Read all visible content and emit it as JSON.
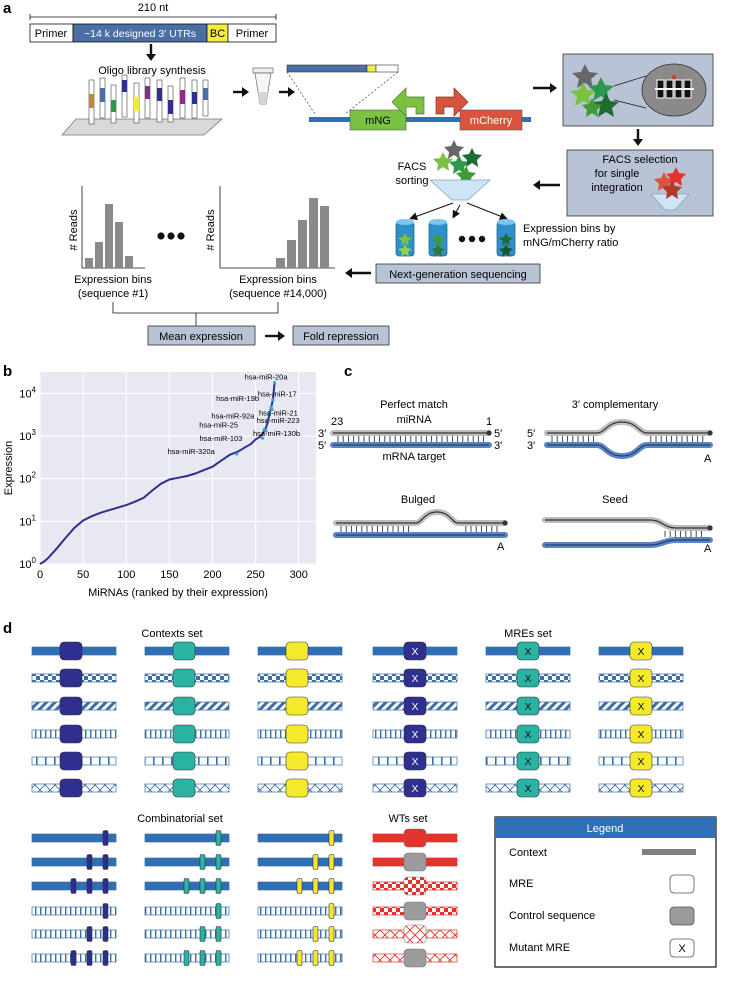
{
  "panel_a": {
    "label": "a",
    "length_label": "210 nt",
    "construct": {
      "primer_left": "Primer",
      "utrs": "~14 k designed 3′ UTRs",
      "bc": "BC",
      "primer_right": "Primer"
    },
    "synthesis_label": "Oligo library synthesis",
    "mng_label": "mNG",
    "mcherry_label": "mCherry",
    "facs_selection": [
      "FACS selection",
      "for single",
      "integration"
    ],
    "facs_sorting": [
      "FACS",
      "sorting"
    ],
    "bins_label": [
      "Expression bins by",
      "mNG/mCherry ratio"
    ],
    "ngs_label": "Next-generation sequencing",
    "reads_label": "# Reads",
    "hist1_caption": [
      "Expression bins",
      "(sequence #1)"
    ],
    "hist2_caption": [
      "Expression bins",
      "(sequence #14,000)"
    ],
    "mean_expression": "Mean expression",
    "fold_repression": "Fold repression",
    "colors": {
      "utr_blue": "#4a6fa5",
      "bc_yellow": "#f2ec3c",
      "mng_green": "#7cc242",
      "mcherry_red": "#d9543f",
      "box_fill": "#b9c3d6"
    }
  },
  "panel_b": {
    "label": "b"
  },
  "chart_data": {
    "type": "line",
    "xlabel": "MiRNAs (ranked by their expression)",
    "ylabel": "Expression",
    "xlim": [
      0,
      320
    ],
    "ylim_log10": [
      0,
      4.5
    ],
    "log_scale_y": true,
    "grid": true,
    "x_ticks": [
      "0",
      "50",
      "100",
      "150",
      "200",
      "250",
      "300"
    ],
    "y_ticks": [
      "10^0",
      "10^1",
      "10^2",
      "10^3",
      "10^4"
    ],
    "curve": {
      "x": [
        0,
        5,
        10,
        20,
        30,
        40,
        50,
        60,
        70,
        80,
        90,
        100,
        110,
        120,
        130,
        140,
        150,
        160,
        170,
        180,
        190,
        200,
        210,
        220,
        230,
        240,
        245,
        250,
        255,
        258,
        260,
        262,
        264,
        266,
        268,
        270,
        272
      ],
      "y_log10": [
        0,
        0.06,
        0.15,
        0.38,
        0.62,
        0.85,
        1.02,
        1.12,
        1.2,
        1.26,
        1.32,
        1.38,
        1.46,
        1.55,
        1.72,
        1.88,
        1.98,
        2.02,
        2.06,
        2.12,
        2.2,
        2.28,
        2.42,
        2.56,
        2.64,
        2.76,
        2.82,
        2.92,
        2.98,
        3.05,
        3.12,
        3.2,
        3.32,
        3.5,
        3.66,
        3.85,
        4.25
      ]
    },
    "annotations": [
      {
        "label": "hsa-miR-20a",
        "x": 272,
        "y_log10": 4.25
      },
      {
        "label": "hsa-miR-17",
        "x": 270,
        "y_log10": 3.85
      },
      {
        "label": "hsa-miR-19b",
        "x": 268,
        "y_log10": 3.68
      },
      {
        "label": "hsa-miR-21",
        "x": 269,
        "y_log10": 3.62
      },
      {
        "label": "hsa-miR-92a",
        "x": 266,
        "y_log10": 3.55
      },
      {
        "label": "hsa-miR-223",
        "x": 264,
        "y_log10": 3.35
      },
      {
        "label": "hsa-miR-25",
        "x": 260,
        "y_log10": 3.15
      },
      {
        "label": "hsa-miR-130b",
        "x": 262,
        "y_log10": 3.12
      },
      {
        "label": "hsa-miR-103",
        "x": 258,
        "y_log10": 2.95
      },
      {
        "label": "hsa-miR-320a",
        "x": 228,
        "y_log10": 2.58
      }
    ]
  },
  "panel_c": {
    "label": "c",
    "perfect_match": "Perfect match",
    "mirna": "miRNA",
    "mrna_target": "mRNA target",
    "n23": "23",
    "n1": "1",
    "p3": "3′",
    "p5": "5′",
    "three_comp": "3′ complementary",
    "bulged": "Bulged",
    "seed": "Seed",
    "a_label": "A"
  },
  "panel_d": {
    "label": "d",
    "contexts_set": "Contexts set",
    "mres_set": "MREs set",
    "combinatorial_set": "Combinatorial set",
    "wts_set": "WTs set",
    "mutant_mark": "X",
    "legend": {
      "title": "Legend",
      "context": "Context",
      "mre": "MRE",
      "control": "Control sequence",
      "mutant": "Mutant MRE",
      "mutant_mark": "X"
    },
    "mre_colors": [
      "#2e2f8e",
      "#2ab3a3",
      "#f4ea2b"
    ],
    "wt_red": "#e5322d",
    "control_gray": "#9b9b9b"
  }
}
